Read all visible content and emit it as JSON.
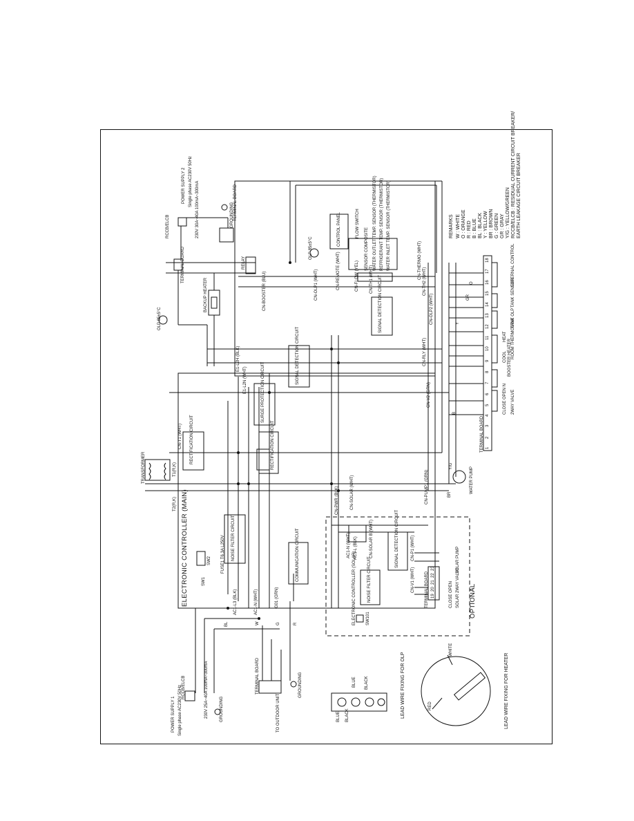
{
  "diagram": {
    "main_controller_title": "ELECTRONIC CONTROLLER (MAIN)",
    "optional_title": "OPTIONAL",
    "solar_controller_title": "ELECTRONIC CONTROLLER (SOLAR)",
    "circuits": {
      "noise_filter_main": "NOISE FILTER CIRCUIT",
      "communication": "COMMUNICATION CIRCUIT",
      "rectification_1": "RECTIFICATION CIRCUIT",
      "rectification_2": "RECTIFICATION CIRCUIT",
      "surge_protection": "SURGE PROTECTION CIRCUIT",
      "signal_detection_1": "SIGNAL DETECTION CIRCUIT",
      "signal_detection_2": "SIGNAL DETECTION CIRCUIT",
      "signal_detection_solar": "SIGNAL DETECTION CIRCUIT",
      "noise_filter_solar": "NOISE FILTER CIRCUIT",
      "control_panel": "CONTROL PANEL"
    },
    "components": {
      "transformer": "TRANSFORMER",
      "fuse": "FUSE1 T6.3A L250V",
      "sw1": "SW1",
      "sw2": "SW2",
      "sw101": "SW101",
      "backup_heater": "BACKUP HEATER",
      "booster_heater": "BOOSTER HEATER",
      "relay": "RELAY",
      "olp_1": "OLP 85±5°C",
      "olp_2": "OLP 85±5°C",
      "water_pump": "WATER PUMP",
      "flow_switch": "FLOW SWITCH",
      "sensor_composite": "SENSOR COMPOSITE",
      "sensor_water_outlet": "WATER OUTLET TEMP. SENSOR (THERMISTOR)",
      "sensor_refrigerant": "REFRIGERANT TEMP. SENSOR (THERMISTOR)",
      "sensor_water_inlet": "WATER INLET TEMP. SENSOR (THERMISTOR)",
      "solar_pump": "SOLAR PUMP",
      "solar_valve": "SOLAR 2WAY VALVE",
      "valve_2way": "2WAY VALVE",
      "tank_sensor": "TANK SENSOR",
      "tank_olp": "TANK OLP",
      "room_thermostat": "ROOM THERMOSTAT",
      "external_control": "EXTERNAL CONTROL",
      "closed_open_1": "CLOSE OPEN N",
      "closed_open_2": "CLOSE OPEN",
      "heat": "HEAT",
      "cool": "COOL"
    },
    "connectors": {
      "ac1_l3": "AC1-L3 (BLK)",
      "ac1_n": "AC1-N (WHT)",
      "g01": "G01 (GRN)",
      "cn_t1": "CN-T1 (WHT)",
      "t1_rk": "T1(R,K)",
      "t2_rk": "T2(R,K)",
      "e1_l2h": "E1-L2H (BLK)",
      "e1_l2n": "E1-L2N (WHT)",
      "cn_booster": "CN-BOOSTER (BLU)",
      "cn_olp1": "CN-OLP1 (WHT)",
      "cn_remote": "CN-REMOTE (WHT)",
      "cn_flow": "CN-FLOW (YEL)",
      "cn_th1": "CN-TH1 (WHT)",
      "cn_th2": "CN-TH2 (WHT)",
      "cn_therm": "CN-THERMO (WHT)",
      "cn_olp2": "CN-OLP2 (WHT)",
      "cn_rly": "CN-RLY (WHT)",
      "cn_v2": "CN-V2 (GRN)",
      "cn_pump1": "CN-PUMP1 (GRN)",
      "cn_solar": "CN-SOLAR (WHT)",
      "cn_pwr": "CN-PWR (BLK)",
      "cn_solar_b": "CN-SOLAR B (WHT)",
      "ac1_n_solar": "AC1-N (WHT)",
      "ac1_l_solar": "AC1-L (BLK)",
      "cn_v1": "CN-V1 (WHT)",
      "cn_p1": "CN-P1 (WHT)"
    },
    "power_supply_1": {
      "label": "POWER SUPPLY 1",
      "spec": "Single phase AC230V 50Hz",
      "breaker": "RCCB/ELCB",
      "rating": "230V 25A~40A 100mA~300mA",
      "grounding": "GROUNDING"
    },
    "power_supply_2": {
      "label": "POWER SUPPLY 2",
      "spec": "Single phase AC230V 50Hz",
      "breaker": "RCCB/ELCB",
      "rating": "230V 30A~40A 100mA~300mA",
      "grounding": "GROUNDING"
    },
    "terminal_board": "TERMINAL BOARD",
    "to_outdoor_unit": "TO OUTDOOR UNIT",
    "lead_wire_olp_title": "LEAD WIRE FIXING FOR OLP",
    "lead_wire_heater_title": "LEAD WIRE FIXING FOR HEATER",
    "olp_wire_labels": [
      "BLUE",
      "BLUE",
      "BLACK",
      "BLACK"
    ],
    "heater_wire_labels": [
      "WHITE",
      "RED"
    ],
    "terminal_numbers_main": [
      "1",
      "2",
      "3",
      "4",
      "5",
      "6",
      "7",
      "8",
      "9",
      "10",
      "11",
      "12",
      "13",
      "14",
      "15",
      "16",
      "17",
      "18"
    ],
    "terminal_numbers_solar": [
      "19",
      "20",
      "21",
      "22",
      "23"
    ],
    "wire_codes": [
      "BL",
      "W",
      "G",
      "R",
      "BR",
      "Y/G",
      "B",
      "GR",
      "Y",
      "O"
    ],
    "remarks_title": "REMARKS",
    "remarks": [
      "W : WHITE",
      "O : ORANGE",
      "R : RED",
      "B : BLUE",
      "BL : BLACK",
      "Y : YELLOW",
      "BR : BROWN",
      "G : GREEN",
      "GR : GRAY",
      "Y/G : YELLOW/GREEN",
      "RCCB/ELCB : RESIDUAL CURRENT CIRCUIT BREAKER/",
      "EARTH LEAKAGE CIRCUIT BREAKER"
    ]
  }
}
